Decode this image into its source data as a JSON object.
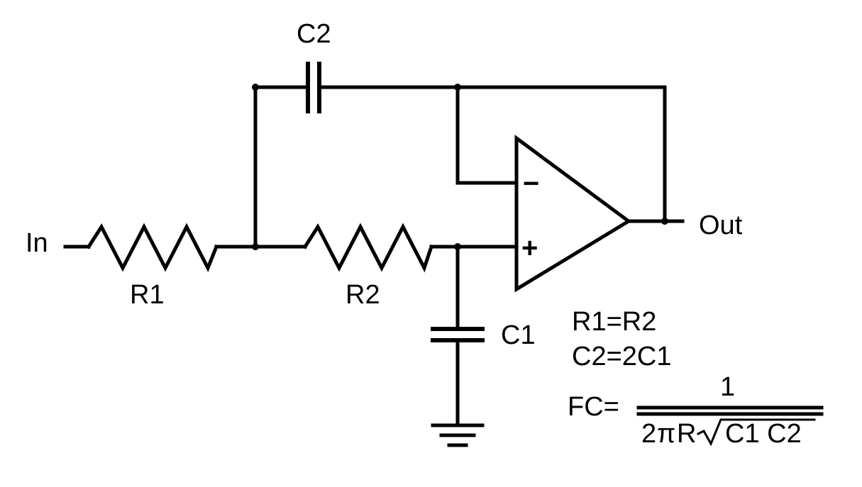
{
  "labels": {
    "input": "In",
    "output": "Out",
    "r1": "R1",
    "r2": "R2",
    "c1": "C1",
    "c2": "C2",
    "minus": "−",
    "plus": "+"
  },
  "equations": {
    "line1": "R1=R2",
    "line2": "C2=2C1",
    "fc_label": "FC=",
    "fc_numerator": "1",
    "fc_denominator_prefix": "2",
    "fc_pi": "π",
    "fc_r": "R",
    "fc_radicand": "C1 C2"
  }
}
